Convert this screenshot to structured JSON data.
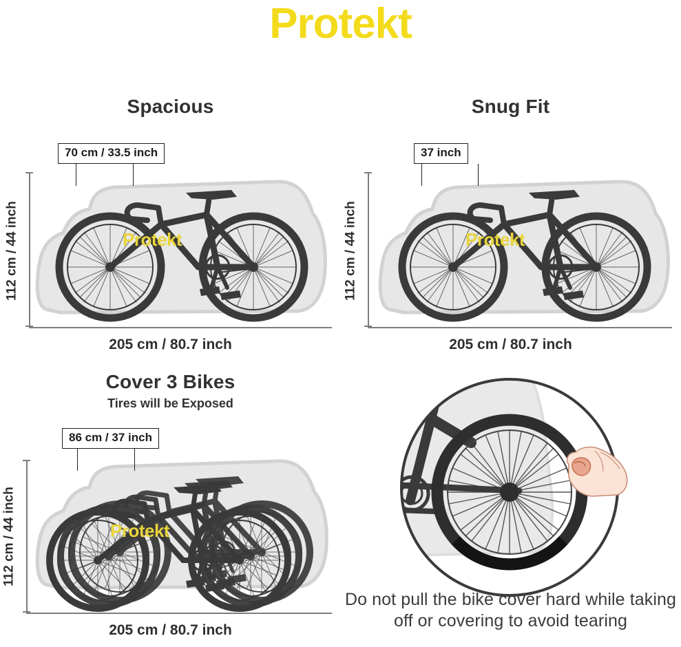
{
  "brand": {
    "name": "Protekt",
    "color": "#F3DB1C"
  },
  "cover_watermark": "Protekt",
  "panels": {
    "spacious": {
      "title": "Spacious",
      "callout": "70 cm / 33.5 inch",
      "height_label": "112 cm / 44 inch",
      "width_label": "205 cm / 80.7 inch"
    },
    "snug": {
      "title": "Snug Fit",
      "callout": "37 inch",
      "height_label": "112 cm / 44 inch",
      "width_label": "205 cm / 80.7 inch"
    },
    "three_bikes": {
      "title": "Cover 3 Bikes",
      "subtitle": "Tires will be Exposed",
      "callout": "86 cm / 37 inch",
      "height_label": "112 cm / 44 inch",
      "width_label": "205 cm / 80.7 inch"
    },
    "warning": {
      "text": "Do not pull the bike cover hard while taking off or covering to avoid tearing"
    }
  },
  "colors": {
    "brand_yellow": "#F3DB1C",
    "cover_gray": "#E6E6E6",
    "bike_dark": "#3a3a3a",
    "dim_line": "#7d7d7d",
    "text_dark": "#2e2e2e",
    "skin": "#F7DCCF"
  }
}
